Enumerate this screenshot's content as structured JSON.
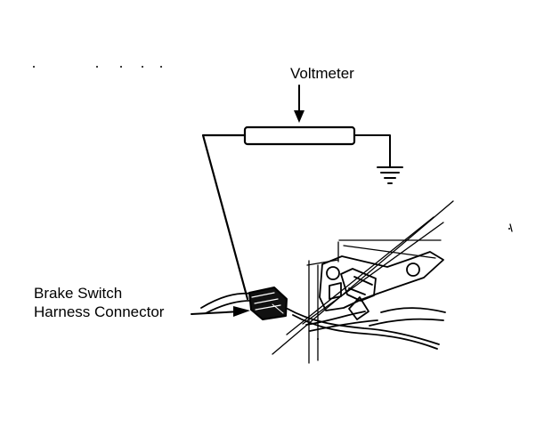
{
  "diagram": {
    "voltmeter_label": "Voltmeter",
    "connector_label_line1": "Brake Switch",
    "connector_label_line2": "Harness Connector"
  }
}
